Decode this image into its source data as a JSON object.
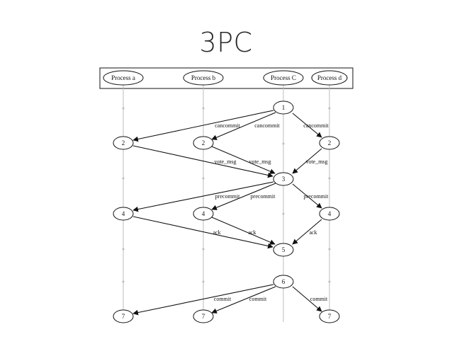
{
  "slide": {
    "title": "3PC"
  },
  "processes": [
    "Process a",
    "Process b",
    "Process C",
    "Process d"
  ],
  "nodes": {
    "n1": "1",
    "a2": "2",
    "b2": "2",
    "d2": "2",
    "n3": "3",
    "a4": "4",
    "b4": "4",
    "d4": "4",
    "n5": "5",
    "n6": "6",
    "a7": "7",
    "b7": "7",
    "d7": "7"
  },
  "edge_labels": {
    "cancommit_b": "cancommit",
    "cancommit_mid": "cancommit",
    "cancommit_d": "cancommit",
    "vote_b": "vote_msg",
    "vote_mid": "vote_msg",
    "vote_d": "vote_msg",
    "precommit_b": "precommit",
    "precommit_mid": "precommit",
    "precommit_d": "precommit",
    "ack_b": "ack",
    "ack_mid": "ack",
    "ack_d": "ack",
    "commit_b": "commit",
    "commit_mid": "commit",
    "commit_d": "commit"
  }
}
